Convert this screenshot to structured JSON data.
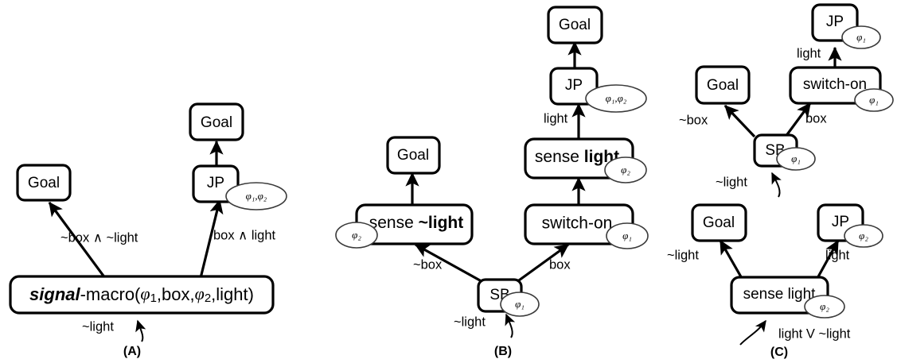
{
  "figure": {
    "type": "diagram",
    "background": "#ffffff",
    "stroke_color": "#000000",
    "badge_stroke_color": "#3a3a3a",
    "panels": [
      {
        "id": "A",
        "caption": "(A)",
        "nodes": [
          {
            "id": "a-goal-left",
            "label": "Goal",
            "badge": null
          },
          {
            "id": "a-goal-right",
            "label": "Goal",
            "badge": null
          },
          {
            "id": "a-jp",
            "label": "JP",
            "badge": "φ₁,φ₂"
          },
          {
            "id": "a-macro",
            "label": "signal-macro(φ₁,box,φ₂,light)",
            "label_bold_part": "signal",
            "badge": null
          }
        ],
        "edges": [
          {
            "from": "a-macro",
            "to": "a-goal-left",
            "label": "~box ∧ ~light"
          },
          {
            "from": "a-macro",
            "to": "a-jp",
            "label": "box ∧ light"
          },
          {
            "from": "a-jp",
            "to": "a-goal-right",
            "label": ""
          },
          {
            "from": "external",
            "to": "a-macro",
            "label": "~light",
            "style": "curved-input"
          }
        ]
      },
      {
        "id": "B",
        "caption": "(B)",
        "nodes": [
          {
            "id": "b-goal",
            "label": "Goal",
            "badge": null
          },
          {
            "id": "b-goal-top",
            "label": "Goal",
            "badge": null
          },
          {
            "id": "b-jp",
            "label": "JP",
            "badge": "φ₁,φ₂"
          },
          {
            "id": "b-sense-light",
            "label": "sense light",
            "label_bold_part": "light",
            "badge": "φ₂"
          },
          {
            "id": "b-sense-notlight",
            "label": "sense ~light",
            "label_bold_part": "~light",
            "badge": "φ₂"
          },
          {
            "id": "b-switch-on",
            "label": "switch-on",
            "badge": "φ₁"
          },
          {
            "id": "b-sb",
            "label": "SB",
            "badge": "φ₁"
          }
        ],
        "edges": [
          {
            "from": "b-sb",
            "to": "b-sense-notlight",
            "label": "~box"
          },
          {
            "from": "b-sb",
            "to": "b-switch-on",
            "label": "box"
          },
          {
            "from": "b-switch-on",
            "to": "b-sense-light",
            "label": ""
          },
          {
            "from": "b-sense-light",
            "to": "b-jp",
            "label": "light"
          },
          {
            "from": "b-jp",
            "to": "b-goal-top",
            "label": ""
          },
          {
            "from": "b-sense-notlight",
            "to": "b-goal",
            "label": ""
          },
          {
            "from": "external",
            "to": "b-sb",
            "label": "~light",
            "style": "curved-input"
          }
        ]
      },
      {
        "id": "C",
        "caption": "(C)",
        "nodes": [
          {
            "id": "c-jp-top",
            "label": "JP",
            "badge": "φ₁"
          },
          {
            "id": "c-switch-on",
            "label": "switch-on",
            "badge": "φ₁"
          },
          {
            "id": "c-goal-top",
            "label": "Goal",
            "badge": null
          },
          {
            "id": "c-sb",
            "label": "SB",
            "badge": "φ₁"
          },
          {
            "id": "c-goal-bottom",
            "label": "Goal",
            "badge": null
          },
          {
            "id": "c-jp-bottom",
            "label": "JP",
            "badge": "φ₂"
          },
          {
            "id": "c-sense-light",
            "label": "sense light",
            "badge": "φ₂"
          }
        ],
        "edges": [
          {
            "from": "c-switch-on",
            "to": "c-jp-top",
            "label": "light"
          },
          {
            "from": "c-sb",
            "to": "c-goal-top",
            "label": "~box"
          },
          {
            "from": "c-sb",
            "to": "c-switch-on",
            "label": "box"
          },
          {
            "from": "external",
            "to": "c-sb",
            "label": "~light",
            "style": "curved-input"
          },
          {
            "from": "c-sense-light",
            "to": "c-goal-bottom",
            "label": "~light"
          },
          {
            "from": "c-sense-light",
            "to": "c-jp-bottom",
            "label": "light"
          },
          {
            "from": "external",
            "to": "c-sense-light",
            "label": "light V ~light",
            "style": "curved-input"
          }
        ]
      }
    ]
  },
  "labels": {
    "goal": "Goal",
    "jp": "JP",
    "sb": "SB",
    "switch_on": "switch-on",
    "sense": "sense",
    "light": "light",
    "not_light": "~light",
    "box": "box",
    "not_box": "~box",
    "macro_bold": "signal",
    "macro_rest": "-macro(",
    "macro_close": ")",
    "phi1": "φ",
    "phi2": "φ",
    "sub1": "1",
    "sub2": "2",
    "comma": ",",
    "edge_notbox_and_notlight": "~box ∧ ~light",
    "edge_box_and_light": "box ∧ light",
    "edge_light_or_notlight": "light V ~light",
    "badge_phi1_phi2": "φ₁,φ₂",
    "badge_phi1": "φ₁",
    "badge_phi2": "φ₂",
    "caption_a": "(A)",
    "caption_b": "(B)",
    "caption_c": "(C)"
  }
}
